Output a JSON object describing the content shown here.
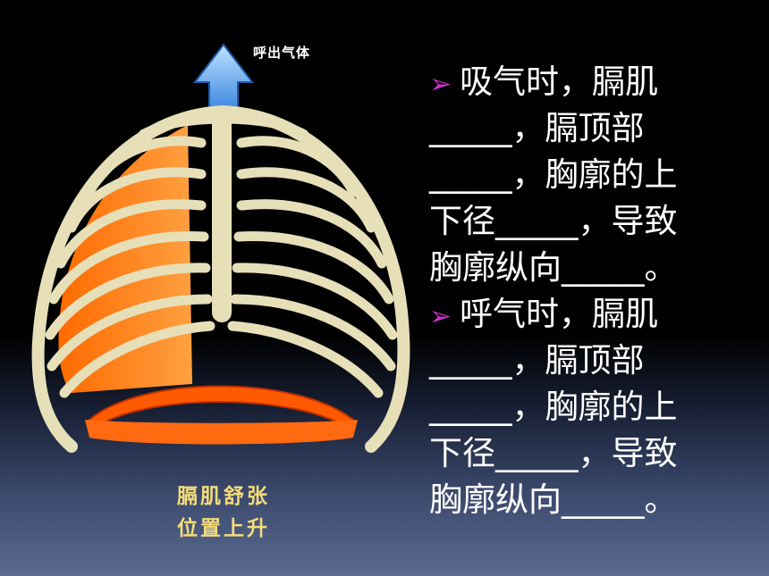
{
  "diagram": {
    "arrow_label": "呼出气体",
    "caption_line1": "膈肌舒张",
    "caption_line2": "位置上升"
  },
  "text": {
    "bullet": "➢",
    "lines": [
      {
        "bullet": true,
        "text": "吸气时，膈肌"
      },
      {
        "bullet": false,
        "text": "_____，膈顶部"
      },
      {
        "bullet": false,
        "text": "_____，胸廓的上"
      },
      {
        "bullet": false,
        "text": "下径_____，导致"
      },
      {
        "bullet": false,
        "text": "胸廓纵向_____。"
      },
      {
        "bullet": true,
        "text": "呼气时，膈肌"
      },
      {
        "bullet": false,
        "text": "_____，膈顶部"
      },
      {
        "bullet": false,
        "text": "_____，胸廓的上"
      },
      {
        "bullet": false,
        "text": "下径_____，导致"
      },
      {
        "bullet": false,
        "text": "胸廓纵向_____。"
      }
    ]
  },
  "colors": {
    "arrow": "#5fa8f0",
    "bone": "#e6dfb8",
    "muscle": "#ff7a10",
    "diaphragm": "#ff5a00",
    "bullet": "#cc33cc",
    "caption": "#f4dc7a"
  }
}
